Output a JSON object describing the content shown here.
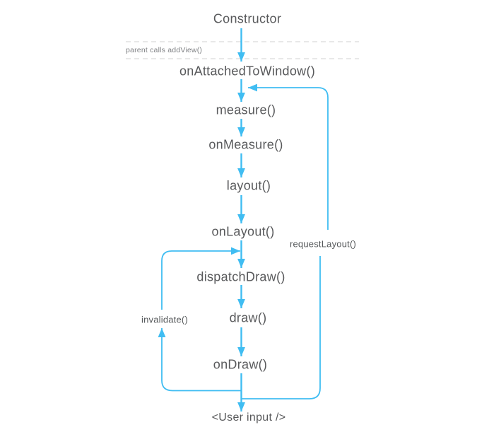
{
  "diagram": {
    "nodes": [
      {
        "id": "constructor",
        "label": "Constructor"
      },
      {
        "id": "on-attached-to-window",
        "label": "onAttachedToWindow()"
      },
      {
        "id": "measure",
        "label": "measure()"
      },
      {
        "id": "on-measure",
        "label": "onMeasure()"
      },
      {
        "id": "layout",
        "label": "layout()"
      },
      {
        "id": "on-layout",
        "label": "onLayout()"
      },
      {
        "id": "dispatch-draw",
        "label": "dispatchDraw()"
      },
      {
        "id": "draw",
        "label": "draw()"
      },
      {
        "id": "on-draw",
        "label": "onDraw()"
      },
      {
        "id": "user-input",
        "label": "<User input />"
      }
    ],
    "annotations": {
      "parent_calls_add_view": "parent calls addView()",
      "request_layout": "requestLayout()",
      "invalidate": "invalidate()"
    },
    "colors": {
      "arrow": "#40bdf2",
      "node_text": "#58595b",
      "annotation_text": "#55585a",
      "parent_calls_text": "#808285",
      "dashed_line": "#d9d9d9",
      "background": "#ffffff"
    }
  }
}
